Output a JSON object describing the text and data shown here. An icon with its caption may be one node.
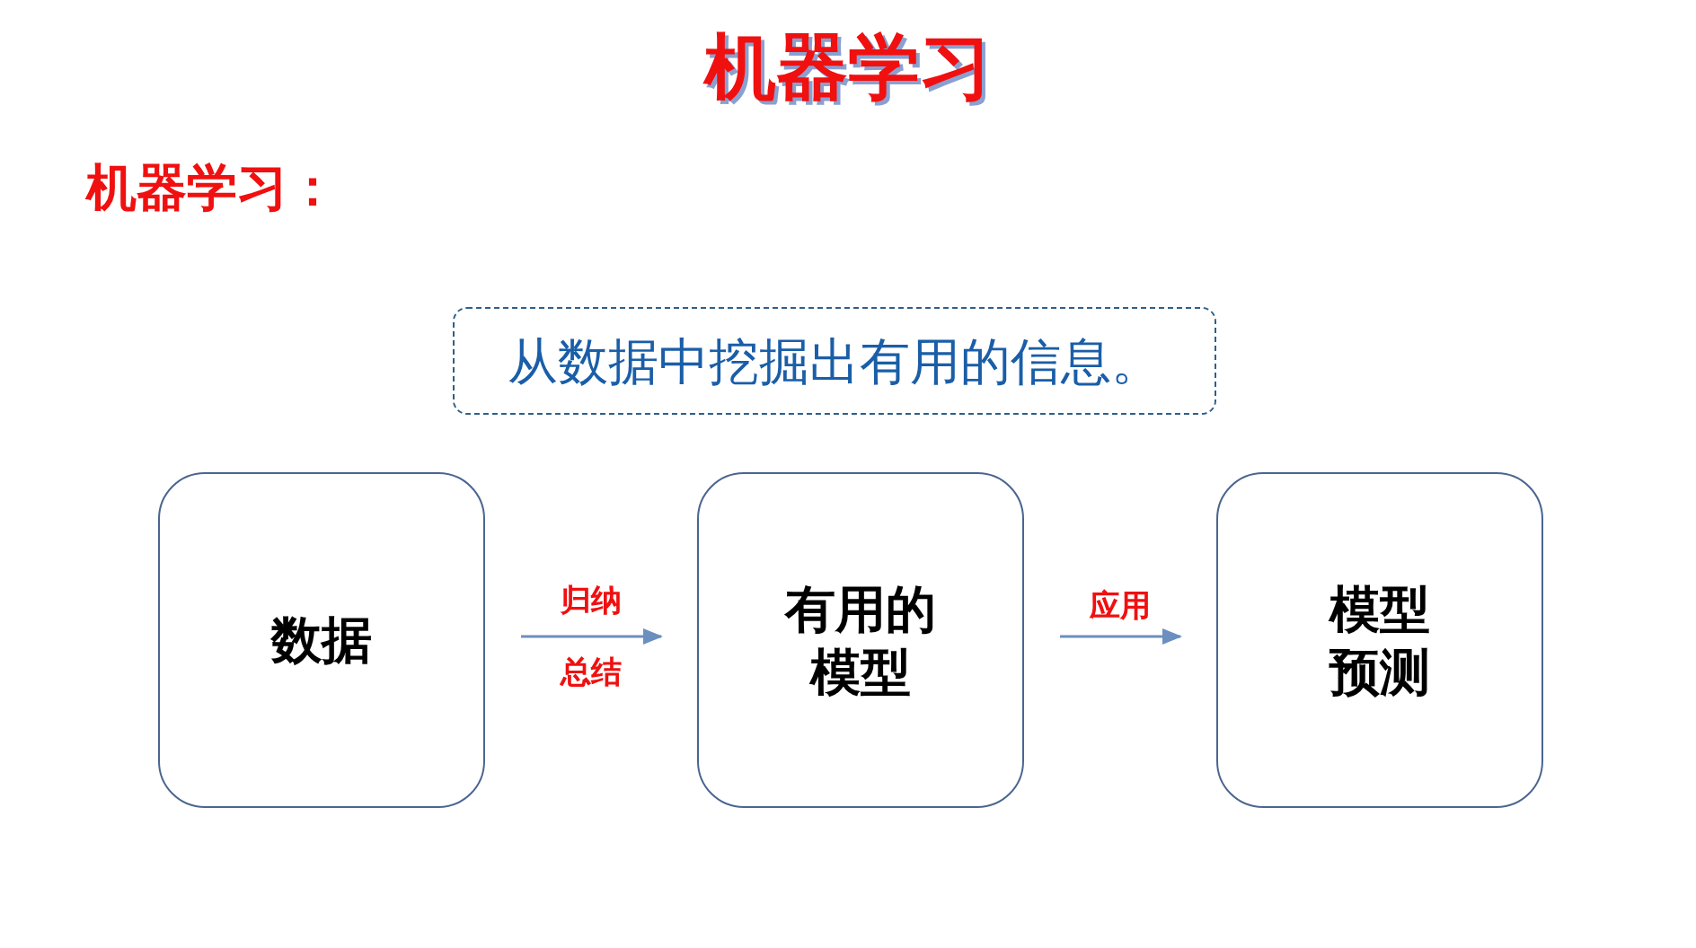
{
  "diagram": {
    "title": "机器学习",
    "nodes": [
      {
        "text": [
          "从数据中挖掘出有用的信息。"
        ]
      },
      {
        "text": [
          "数据"
        ]
      },
      {
        "text": [
          "有用的模型"
        ]
      },
      {
        "text": [
          "模型预测"
        ]
      }
    ],
    "edges": [
      {
        "from": 1,
        "to": 2,
        "arrow": "to",
        "label": "归纳总结"
      },
      {
        "from": 2,
        "to": 3,
        "arrow": "to",
        "label": "应用"
      }
    ],
    "labels": [
      "机器学习："
    ]
  }
}
